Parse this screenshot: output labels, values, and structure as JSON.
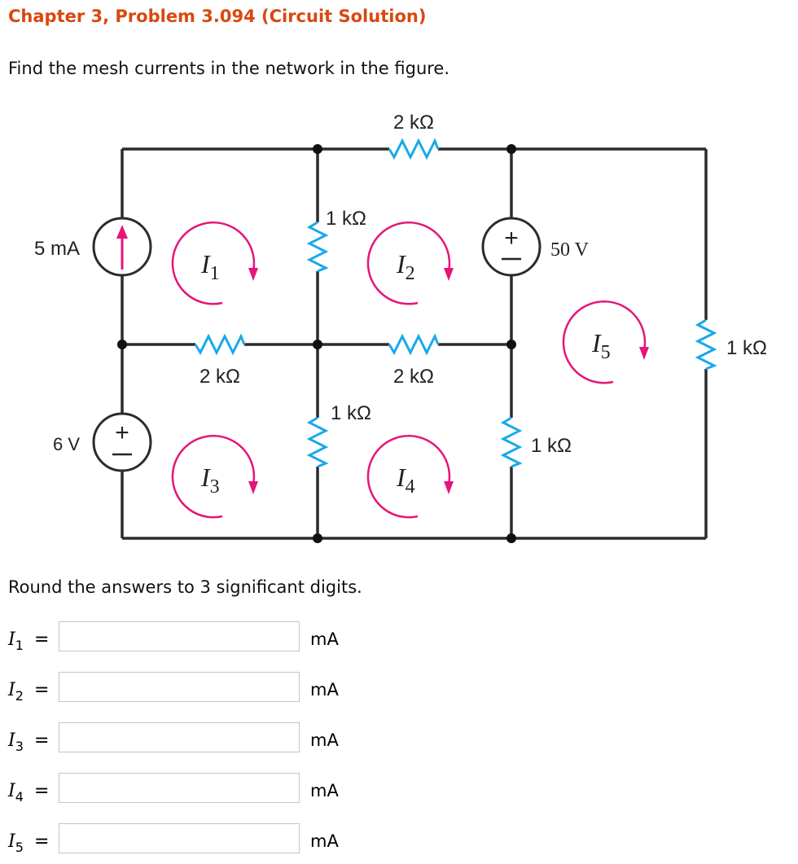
{
  "header": {
    "title": "Chapter 3, Problem 3.094 (Circuit Solution)",
    "prompt": "Find the mesh currents in the network in the figure."
  },
  "figure": {
    "colors": {
      "wire": "#2b2b2b",
      "resistor": "#19a9e8",
      "mesh_arrow": "#e5157a",
      "node": "#111111"
    },
    "labels": {
      "r_top": "2 kΩ",
      "r_mid_left_vertical": "1 kΩ",
      "r_mid_horizontal_left": "2 kΩ",
      "r_mid_horizontal_right": "2 kΩ",
      "r_low_left_vertical": "1 kΩ",
      "r_low_right_vertical": "1 kΩ",
      "r_far_right": "1 kΩ",
      "current_source": "5 mA",
      "voltage_source_left": "6 V",
      "voltage_source_right": "50 V",
      "plus": "+",
      "minus": "−"
    },
    "meshes": [
      {
        "symbol": "I",
        "sub": "1"
      },
      {
        "symbol": "I",
        "sub": "2"
      },
      {
        "symbol": "I",
        "sub": "3"
      },
      {
        "symbol": "I",
        "sub": "4"
      },
      {
        "symbol": "I",
        "sub": "5"
      }
    ]
  },
  "instructions": "Round the answers to 3 significant digits.",
  "answers": [
    {
      "symbol": "I",
      "sub": "1",
      "equals": "=",
      "value": "",
      "unit": "mA"
    },
    {
      "symbol": "I",
      "sub": "2",
      "equals": "=",
      "value": "",
      "unit": "mA"
    },
    {
      "symbol": "I",
      "sub": "3",
      "equals": "=",
      "value": "",
      "unit": "mA"
    },
    {
      "symbol": "I",
      "sub": "4",
      "equals": "=",
      "value": "",
      "unit": "mA"
    },
    {
      "symbol": "I",
      "sub": "5",
      "equals": "=",
      "value": "",
      "unit": "mA"
    }
  ]
}
